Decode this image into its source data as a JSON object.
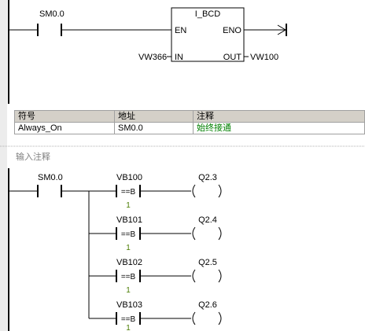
{
  "network1": {
    "contact": {
      "operand": "SM0.0"
    },
    "box": {
      "title": "I_BCD",
      "en": "EN",
      "eno": "ENO",
      "in_pin": "IN",
      "out_pin": "OUT",
      "in_operand": "VW366",
      "out_operand": "VW100"
    }
  },
  "symbol_table": {
    "headers": {
      "symbol": "符号",
      "address": "地址",
      "comment": "注释"
    },
    "rows": [
      {
        "symbol": "Always_On",
        "address": "SM0.0",
        "comment": "始终接通"
      }
    ]
  },
  "network2": {
    "comment": "输入注释",
    "contact": {
      "operand": "SM0.0"
    },
    "rungs": [
      {
        "operand1": "VB100",
        "operator": "==B",
        "operand2": "1",
        "coil": "Q2.3"
      },
      {
        "operand1": "VB101",
        "operator": "==B",
        "operand2": "1",
        "coil": "Q2.4"
      },
      {
        "operand1": "VB102",
        "operator": "==B",
        "operand2": "1",
        "coil": "Q2.5"
      },
      {
        "operand1": "VB103",
        "operator": "==B",
        "operand2": "1",
        "coil": "Q2.6"
      }
    ]
  },
  "colors": {
    "wire": "#000000",
    "comment_text": "#008000",
    "constant_text": "#4a7c00",
    "placeholder_text": "#808080",
    "table_header_bg": "#d4d0c8"
  }
}
